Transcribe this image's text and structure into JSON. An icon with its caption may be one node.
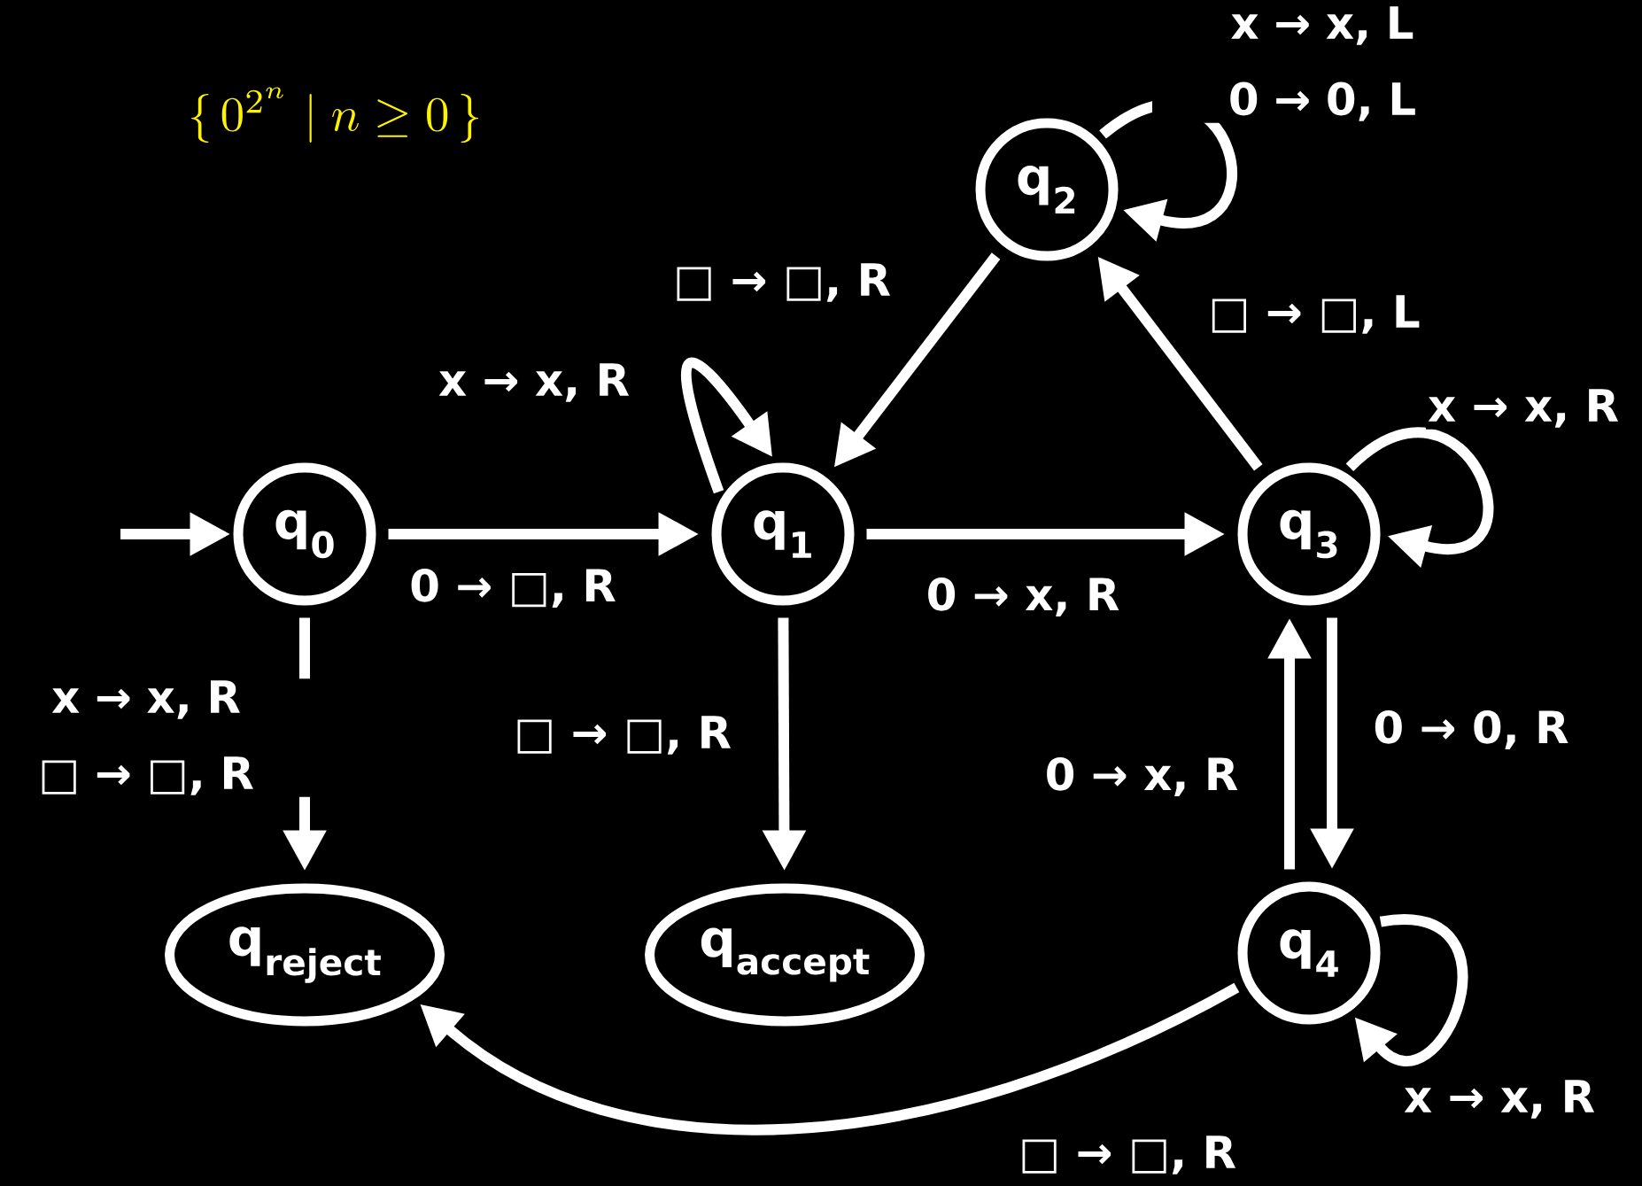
{
  "diagram": {
    "title": "\\{\\,0^{2^n} \\mid n \\geq 0\\,\\}",
    "nodes": [
      {
        "text": [
          "q$_{0}$"
        ]
      },
      {
        "text": [
          "q$_{1}$"
        ]
      },
      {
        "text": [
          "q$_{2}$"
        ]
      },
      {
        "text": [
          "q$_{3}$"
        ]
      },
      {
        "text": [
          "q$_{4}$"
        ]
      },
      {
        "text": [
          "q$_{reject}$"
        ]
      },
      {
        "text": [
          "q$_{accept}$"
        ]
      }
    ],
    "edges": [
      {
        "from": null,
        "to": 0,
        "arrow": "to"
      },
      {
        "from": 0,
        "to": 1,
        "arrow": "to",
        "label": "0 → □, R"
      },
      {
        "from": 1,
        "to": 1,
        "arrow": "to",
        "label": "x → x, R"
      },
      {
        "from": 1,
        "to": 3,
        "arrow": "to",
        "label": "0 → x, R"
      },
      {
        "from": 3,
        "to": 3,
        "arrow": "to",
        "label": "x → x, R"
      },
      {
        "from": 3,
        "to": 2,
        "arrow": "to",
        "label": "□ → □, L"
      },
      {
        "from": 2,
        "to": 2,
        "arrow": "to",
        "label": "x → x, L 0 → 0, L"
      },
      {
        "from": 2,
        "to": 1,
        "arrow": "to",
        "label": "□ → □, R"
      },
      {
        "from": 0,
        "to": 5,
        "arrow": "to",
        "label": "x → x, R □ → □, R"
      },
      {
        "from": 1,
        "to": 6,
        "arrow": "to",
        "label": "□ → □, R"
      },
      {
        "from": 3,
        "to": 4,
        "arrow": "to",
        "label": "0 → 0, R"
      },
      {
        "from": 4,
        "to": 3,
        "arrow": "to",
        "label": "0 → x, R"
      },
      {
        "from": 4,
        "to": 4,
        "arrow": "to",
        "label": "x → x, R"
      },
      {
        "from": 4,
        "to": 5,
        "arrow": "to",
        "label": "□ → □, R"
      }
    ]
  }
}
